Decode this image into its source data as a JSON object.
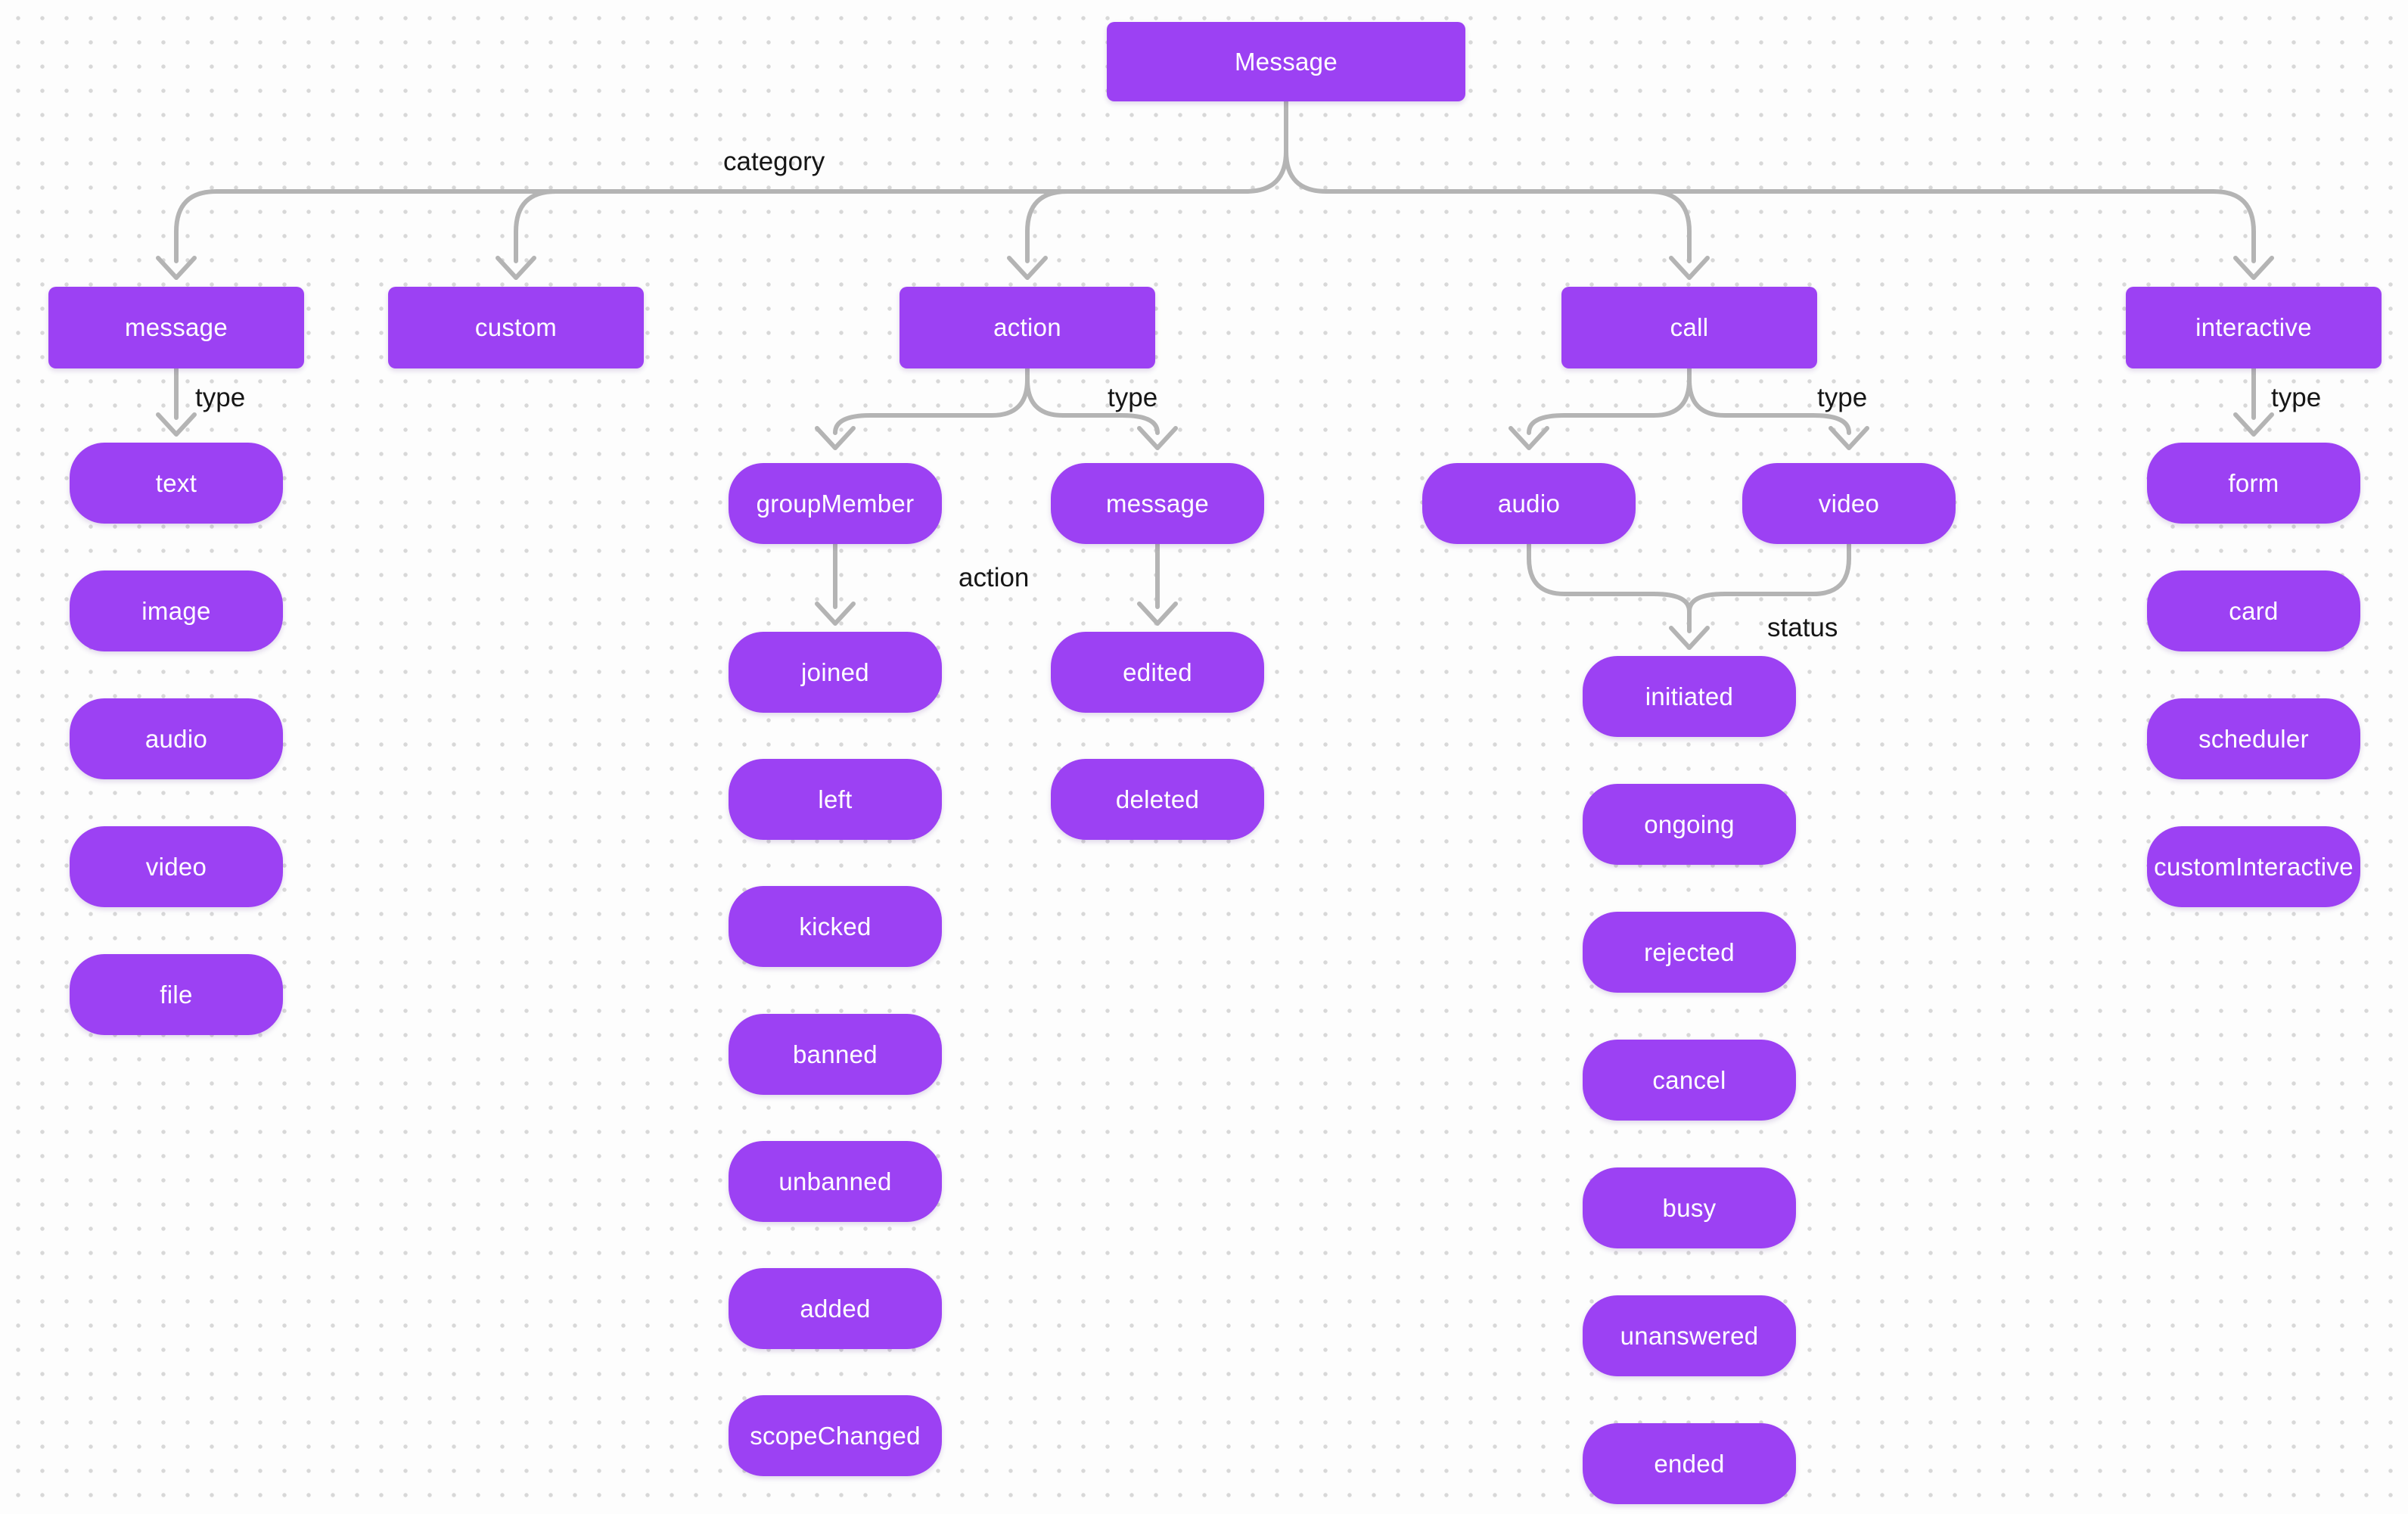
{
  "diagram": {
    "root_label": "Message",
    "edge_labels": {
      "category": "category",
      "type": "type",
      "action": "action",
      "status": "status"
    },
    "categories": {
      "message": {
        "label": "message",
        "types": [
          "text",
          "image",
          "audio",
          "video",
          "file"
        ]
      },
      "custom": {
        "label": "custom"
      },
      "action": {
        "label": "action",
        "types": {
          "groupMember": {
            "label": "groupMember",
            "actions": [
              "joined",
              "left",
              "kicked",
              "banned",
              "unbanned",
              "added",
              "scopeChanged"
            ]
          },
          "message": {
            "label": "message",
            "actions": [
              "edited",
              "deleted"
            ]
          }
        }
      },
      "call": {
        "label": "call",
        "types": [
          "audio",
          "video"
        ],
        "statuses": [
          "initiated",
          "ongoing",
          "rejected",
          "cancel",
          "busy",
          "unanswered",
          "ended"
        ]
      },
      "interactive": {
        "label": "interactive",
        "types": [
          "form",
          "card",
          "scheduler",
          "customInteractive"
        ]
      }
    },
    "colors": {
      "node_fill": "#9c41f3",
      "node_text": "#ffffff",
      "connector": "#b4b4b4",
      "edge_label_text": "#161616",
      "background": "#fdfdfd",
      "grid_dot": "#d8d8d8"
    }
  }
}
